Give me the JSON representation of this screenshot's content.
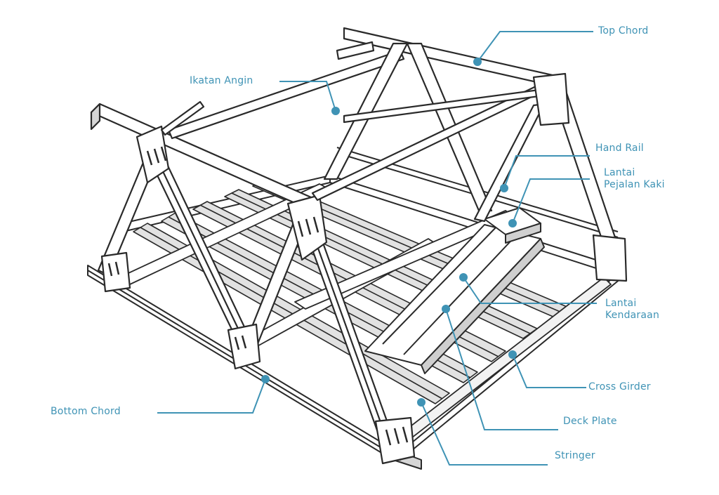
{
  "labels": {
    "top_chord": "Top Chord",
    "ikatan_angin": "Ikatan Angin",
    "hand_rail": "Hand Rail",
    "lantai_pejalan_1": "Lantai",
    "lantai_pejalan_2": "Pejalan Kaki",
    "lantai_kendaraan_1": "Lantai",
    "lantai_kendaraan_2": "Kendaraan",
    "cross_girder": "Cross Girder",
    "deck_plate": "Deck Plate",
    "bottom_chord": "Bottom Chord",
    "stringer": "Stringer"
  },
  "colors": {
    "label": "#3f93b5",
    "leader": "#3f93b5",
    "steel_stroke": "#2a2a2a",
    "steel_fill": "#ffffff",
    "steel_shade": "#c8c8c8"
  }
}
